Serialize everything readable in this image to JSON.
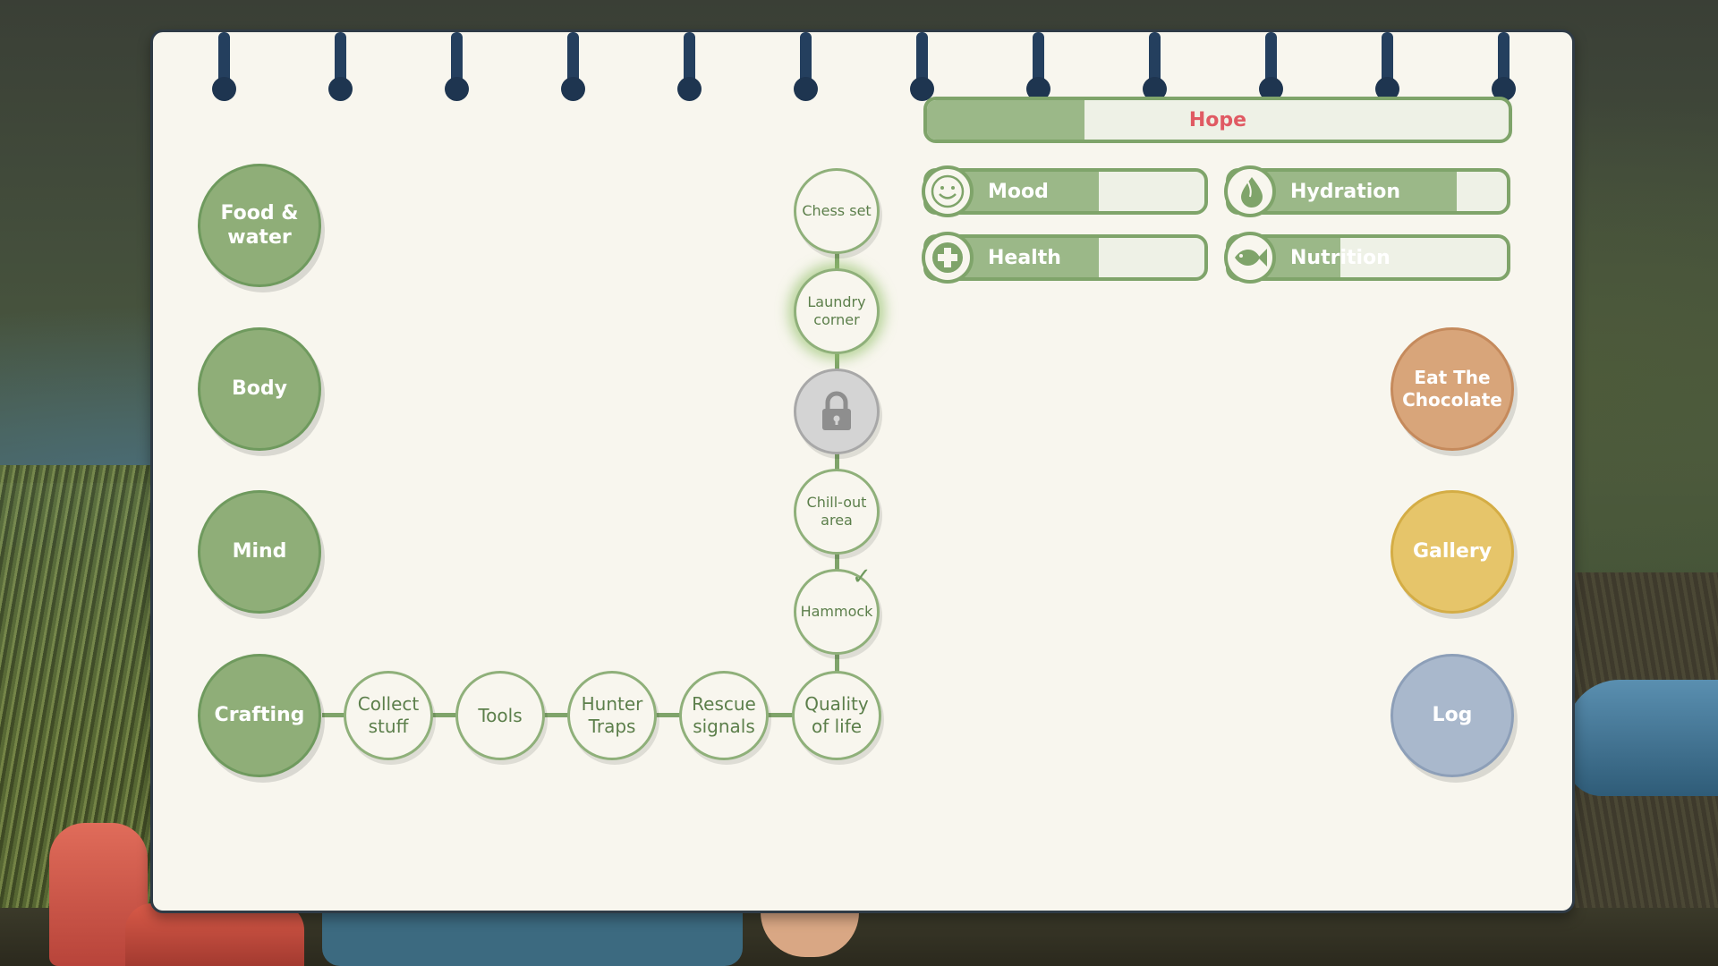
{
  "categories": [
    {
      "label": "Food &\nwater"
    },
    {
      "label": "Body"
    },
    {
      "label": "Mind"
    },
    {
      "label": "Crafting"
    }
  ],
  "crafting_row": [
    "Collect stuff",
    "Tools",
    "Hunter Traps",
    "Rescue signals",
    "Quality of life"
  ],
  "qol_column": [
    "Chess set",
    "Laundry corner",
    "",
    "Chill-out area",
    "Hammock"
  ],
  "hope": {
    "label": "Hope",
    "level": 0.27
  },
  "stats": [
    {
      "label": "Mood",
      "icon": "smile-icon",
      "level": 0.62
    },
    {
      "label": "Hydration",
      "icon": "water-drop-icon",
      "level": 0.82
    },
    {
      "label": "Health",
      "icon": "health-cross-icon",
      "level": 0.62
    },
    {
      "label": "Nutrition",
      "icon": "fish-icon",
      "level": 0.4
    }
  ],
  "side_buttons": [
    "Eat The\nChocolate",
    "Gallery",
    "Log"
  ],
  "colors": {
    "accent": "#7fa46a",
    "hope_text": "#e05a63",
    "chocolate": "#d8a57a",
    "gallery": "#e6c56a",
    "log": "#a9b8cc"
  }
}
